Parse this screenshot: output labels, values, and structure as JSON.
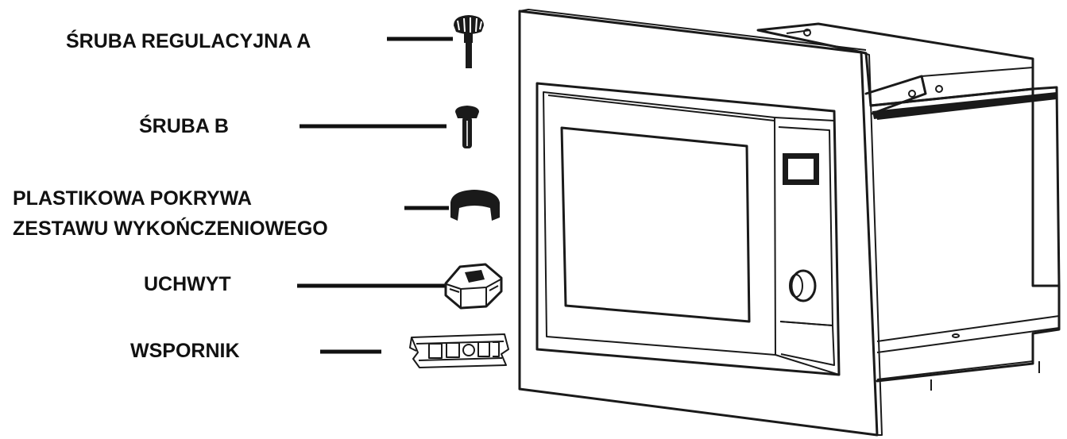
{
  "parts": [
    {
      "id": "screw-a",
      "label": "ŚRUBA REGULACYJNA A"
    },
    {
      "id": "screw-b",
      "label": "ŚRUBA B"
    },
    {
      "id": "trim-cover",
      "label_line1": "PLASTIKOWA POKRYWA",
      "label_line2": "ZESTAWU WYKOŃCZENIOWEGO"
    },
    {
      "id": "holder",
      "label": "UCHWYT"
    },
    {
      "id": "bracket",
      "label": "WSPORNIK"
    }
  ],
  "colors": {
    "line": "#1a1a1a",
    "background": "#ffffff"
  },
  "icons": [
    "thumb-screw-icon",
    "screw-icon",
    "trim-cover-icon",
    "holder-icon",
    "bracket-icon",
    "microwave-oven-icon"
  ]
}
